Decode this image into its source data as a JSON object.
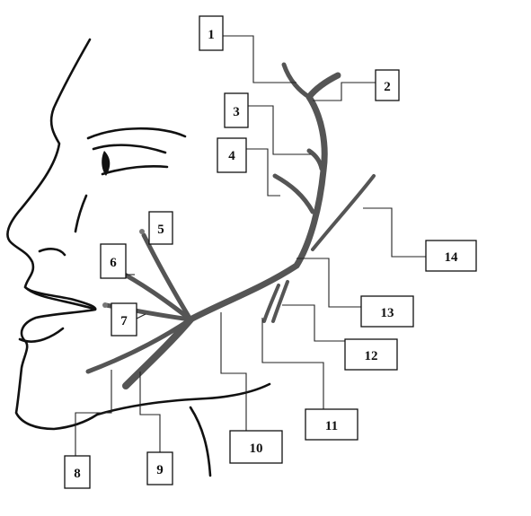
{
  "colors": {
    "outline": "#111111",
    "vessel": "#555555",
    "leader": "#222222",
    "background": "#ffffff"
  },
  "labels": [
    "1",
    "2",
    "3",
    "4",
    "5",
    "6",
    "7",
    "8",
    "9",
    "10",
    "11",
    "12",
    "13",
    "14"
  ]
}
